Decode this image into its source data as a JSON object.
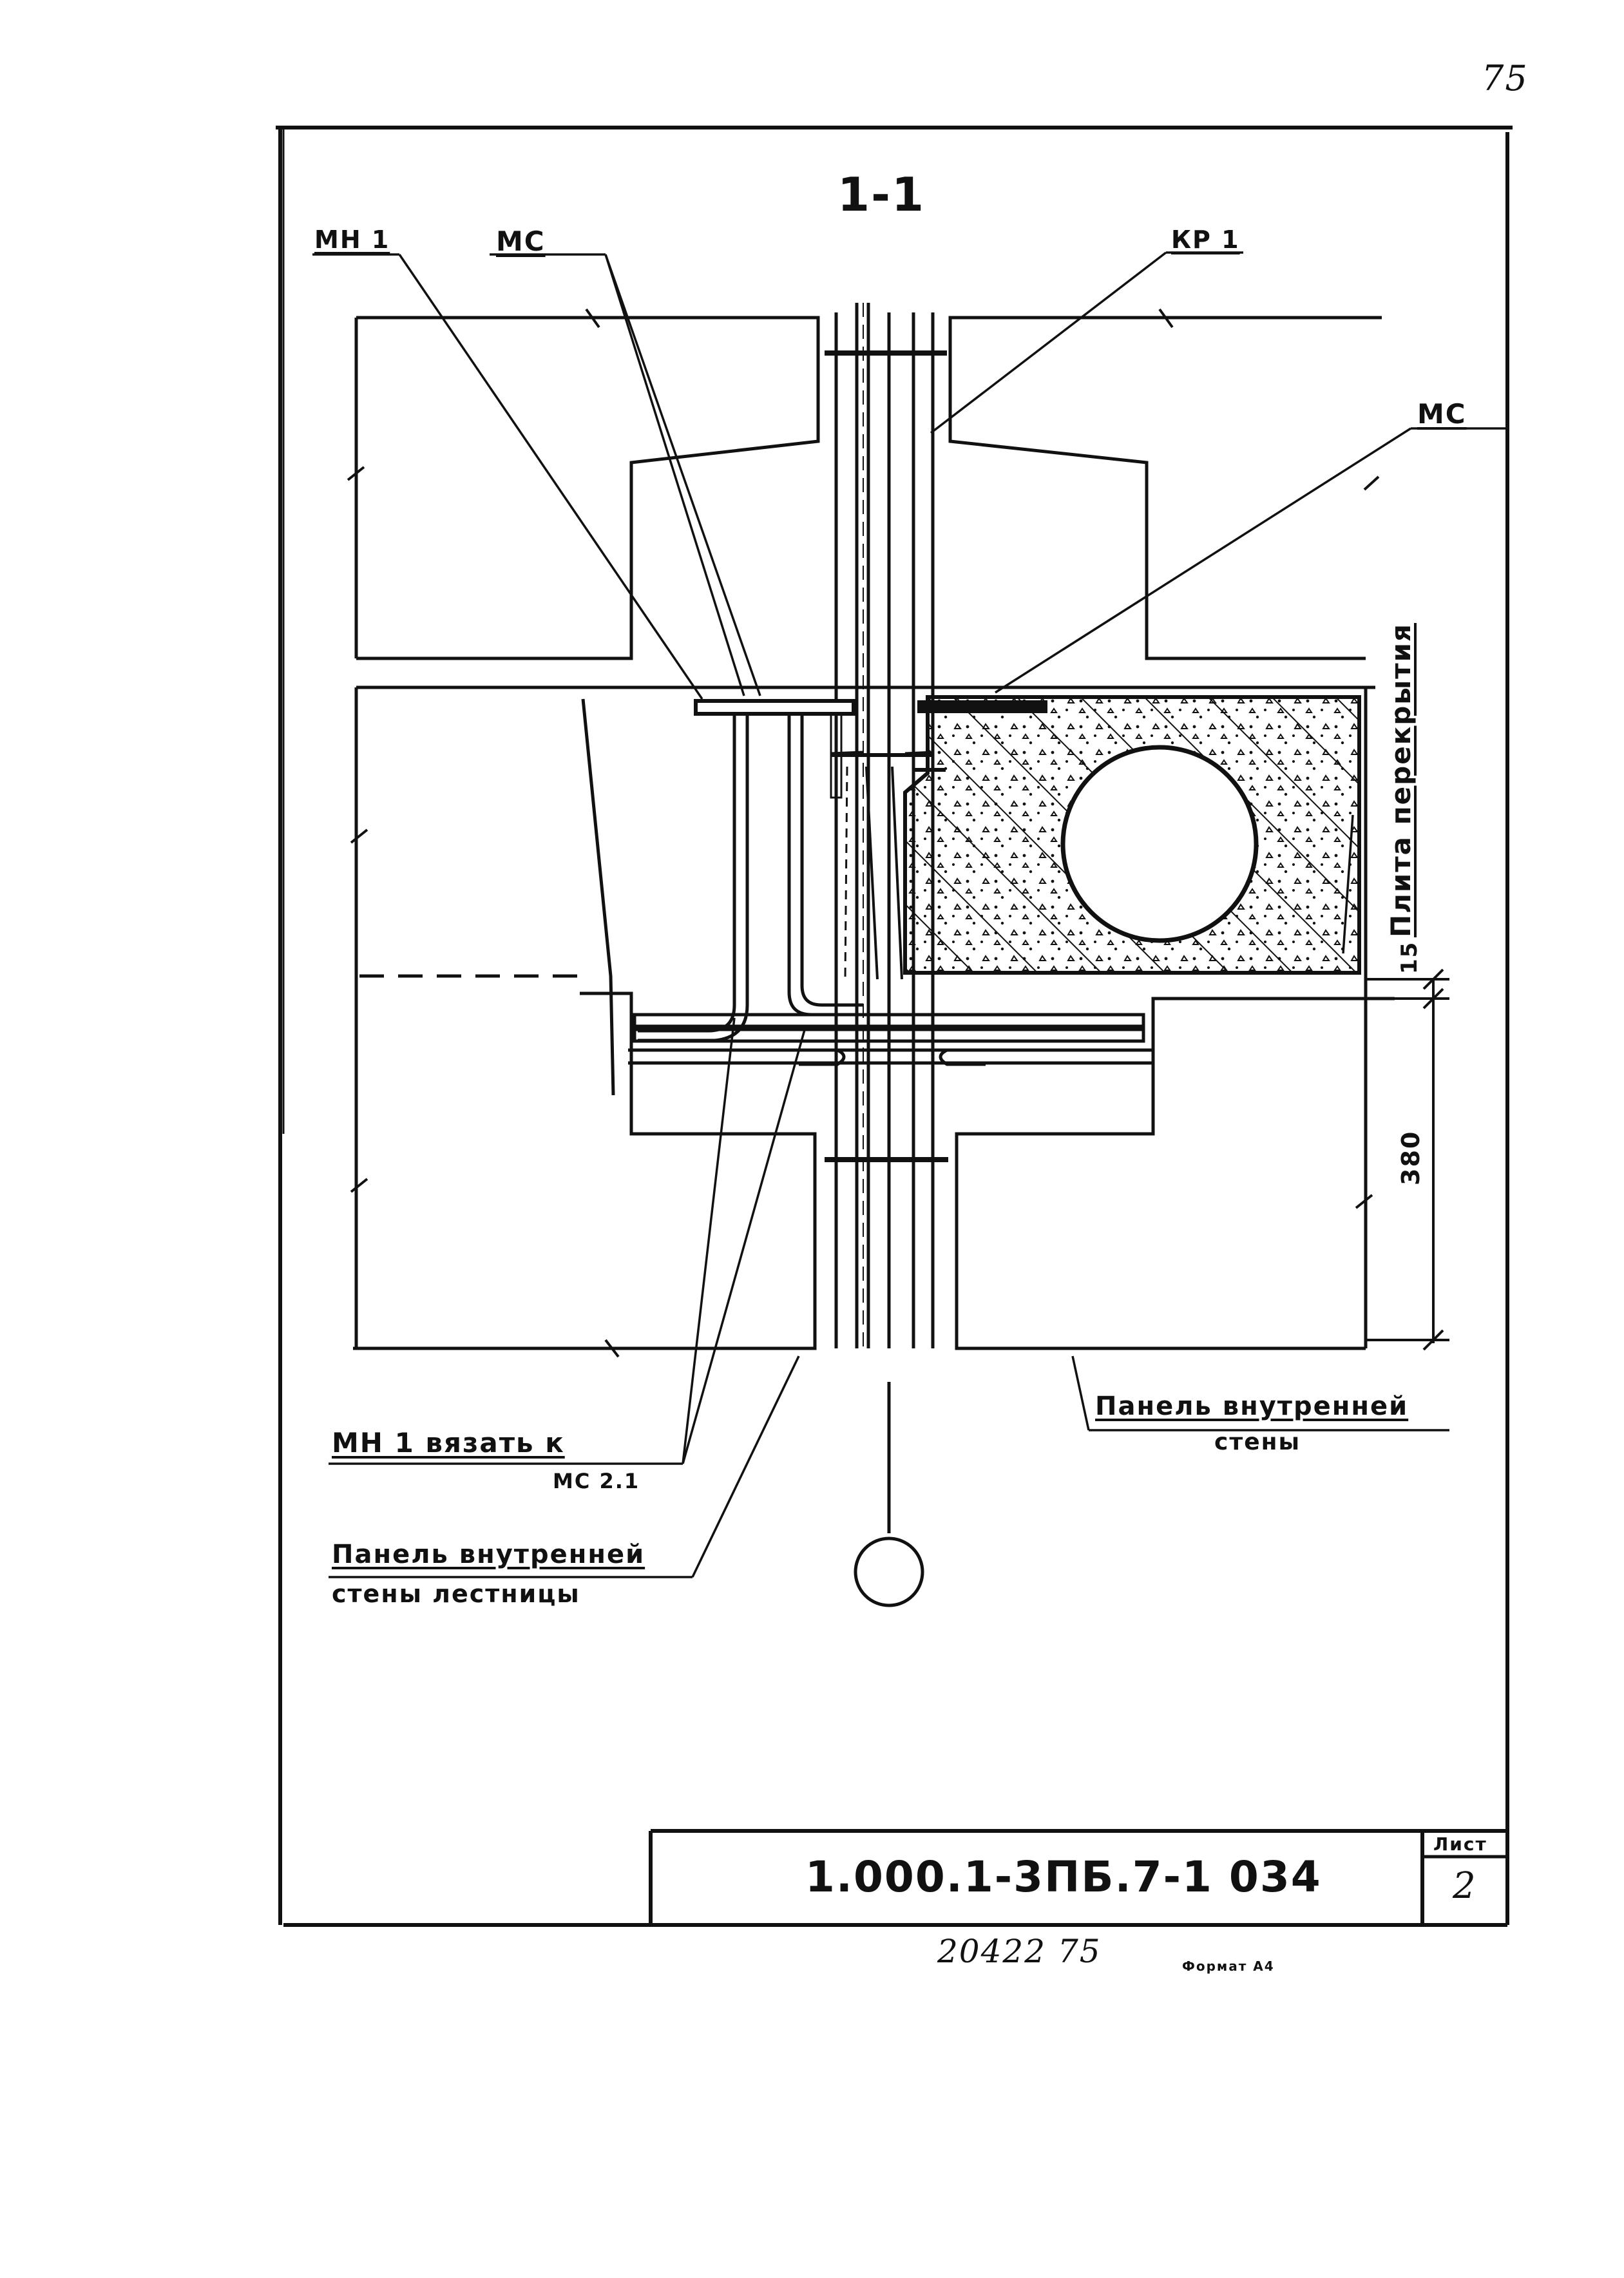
{
  "sheet_corner_number": "75",
  "section_label": "1-1",
  "labels": {
    "mn1": "МН 1",
    "ms_top": "МС",
    "kr1": "КР 1",
    "ms_right": "МС",
    "slab": "Плита перекрытия",
    "dim_15": "15",
    "dim_380": "380",
    "note_mn1_line1": "МН 1  вязать к",
    "note_mn1_line2": "МС 2.1",
    "panel_wall_line1": "Панель внутренней",
    "panel_wall_line2": "стены",
    "panel_stair_line1": "Панель внутренней",
    "panel_stair_line2": "стены лестницы"
  },
  "title_block": {
    "code": "1.000.1-3ПБ.7-1  034",
    "sheet_header": "Лист",
    "sheet_number": "2"
  },
  "footer": {
    "archive_number": "20422  75",
    "format": "Формат А4"
  }
}
